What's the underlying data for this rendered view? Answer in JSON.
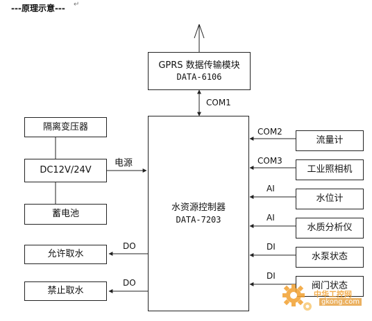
{
  "header": {
    "title": "---原理示意---",
    "mark": "↵"
  },
  "boxes": {
    "gprs_line1": "GPRS 数据传输模块",
    "gprs_line2": "DATA-6106",
    "transformer": "隔离变压器",
    "dc": "DC12V/24V",
    "battery": "蓄电池",
    "allow": "允许取水",
    "forbid": "禁止取水",
    "ctrl_line1": "水资源控制器",
    "ctrl_line2": "DATA-7203",
    "flow": "流量计",
    "camera": "工业照相机",
    "level": "水位计",
    "quality": "水质分析仪",
    "pump": "水泵状态",
    "valve": "阀门状态"
  },
  "labels": {
    "com1": "COM1",
    "power": "电源",
    "com2": "COM2",
    "com3": "COM3",
    "ai1": "AI",
    "ai2": "AI",
    "di1": "DI",
    "di2": "DI",
    "do1": "DO",
    "do2": "DO"
  },
  "watermark": {
    "text": "中华工控网",
    "url": "gkong.com"
  },
  "colors": {
    "line": "#222222",
    "watermark": "#f2a130"
  }
}
